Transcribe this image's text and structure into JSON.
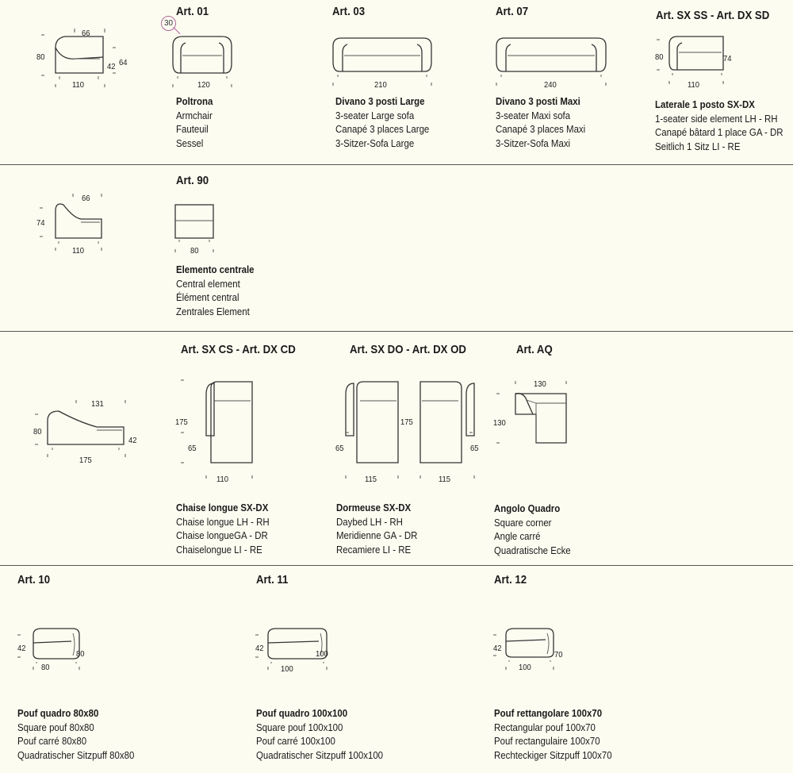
{
  "badge": "30",
  "row1": {
    "side": {
      "width": "66",
      "depth": "110",
      "height": "80",
      "seat": "42",
      "back": "64"
    },
    "art01": {
      "code": "Art. 01",
      "width": "120",
      "lines": [
        "Poltrona",
        "Armchair",
        "Fauteuil",
        "Sessel"
      ]
    },
    "art03": {
      "code": "Art. 03",
      "width": "210",
      "lines": [
        "Divano 3 posti Large",
        "3-seater Large sofa",
        "Canapé 3 places Large",
        "3-Sitzer-Sofa Large"
      ]
    },
    "art07": {
      "code": "Art. 07",
      "width": "240",
      "lines": [
        "Divano 3 posti Maxi",
        "3-seater Maxi sofa",
        "Canapé 3 places Maxi",
        "3-Sitzer-Sofa Maxi"
      ]
    },
    "artsx": {
      "code": "Art. SX SS - Art. DX SD",
      "width": "110",
      "height": "80",
      "back": "74",
      "lines": [
        "Laterale 1 posto SX-DX",
        "1-seater side element LH - RH",
        "Canapé bâtard 1 place GA - DR",
        "Seitlich 1 Sitz LI - RE"
      ]
    }
  },
  "row2": {
    "side": {
      "width": "66",
      "depth": "110",
      "height": "74"
    },
    "art90": {
      "code": "Art. 90",
      "width": "80",
      "lines": [
        "Elemento centrale",
        "Central element",
        "Élément central",
        "Zentrales Element"
      ]
    }
  },
  "row3": {
    "side": {
      "width": "131",
      "depth": "175",
      "height": "80",
      "seat": "42"
    },
    "artcs": {
      "code": "Art. SX CS - Art. DX CD",
      "length": "175",
      "arm": "65",
      "width": "110",
      "lines": [
        "Chaise longue SX-DX",
        "Chaise longue LH - RH",
        "Chaise longueGA - DR",
        "Chaiselongue LI - RE"
      ]
    },
    "artdo": {
      "code": "Art. SX DO - Art. DX OD",
      "length": "175",
      "arm_left": "65",
      "arm_right": "65",
      "width_left": "115",
      "width_right": "115",
      "lines": [
        "Dormeuse SX-DX",
        "Daybed LH - RH",
        "Meridienne GA - DR",
        "Recamiere LI - RE"
      ]
    },
    "artaq": {
      "code": "Art. AQ",
      "width": "130",
      "depth": "130",
      "lines": [
        "Angolo Quadro",
        "Square corner",
        "Angle carré",
        "Quadratische Ecke"
      ]
    }
  },
  "row4": {
    "art10": {
      "code": "Art. 10",
      "height": "42",
      "depth": "80",
      "width": "80",
      "lines": [
        "Pouf quadro 80x80",
        "Square pouf 80x80",
        "Pouf carré 80x80",
        "Quadratischer Sitzpuff 80x80"
      ]
    },
    "art11": {
      "code": "Art. 11",
      "height": "42",
      "depth": "100",
      "width": "100",
      "lines": [
        "Pouf quadro 100x100",
        "Square pouf 100x100",
        "Pouf carré 100x100",
        "Quadratischer Sitzpuff 100x100"
      ]
    },
    "art12": {
      "code": "Art. 12",
      "height": "42",
      "depth": "70",
      "width": "100",
      "lines": [
        "Pouf rettangolare 100x70",
        "Rectangular pouf 100x70",
        "Pouf rectangulaire 100x70",
        "Rechteckiger Sitzpuff 100x70"
      ]
    }
  }
}
